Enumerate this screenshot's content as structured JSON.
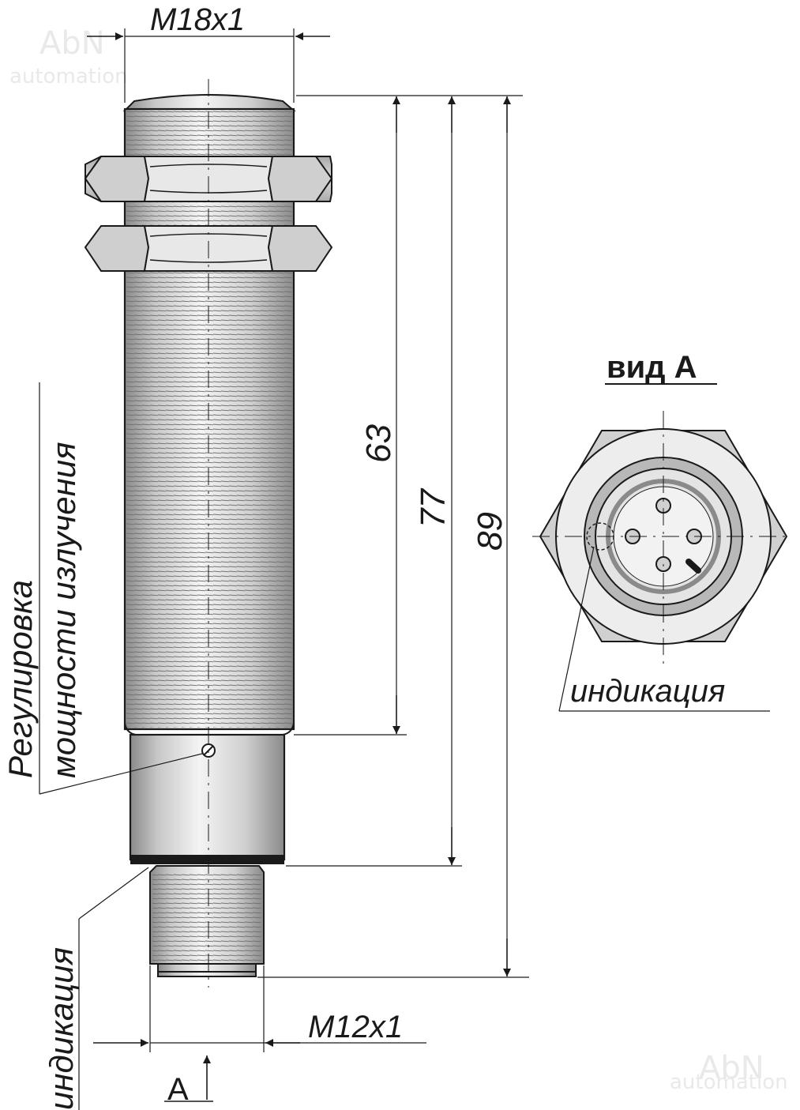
{
  "watermark": {
    "brand": "AbN",
    "sub": "automation"
  },
  "dimensions": {
    "thread_main": "M18x1",
    "thread_connector": "M12x1",
    "len_thread": "63",
    "len_body": "77",
    "len_total": "89"
  },
  "labels": {
    "adjust_line1": "Регулировка",
    "adjust_line2": "мощности излучения",
    "indication_side": "индикация",
    "indication_view": "индикация",
    "view_title": "вид А",
    "view_arrow": "А"
  },
  "colors": {
    "line": "#1a1a1a",
    "metal_light": "#f2f2f2",
    "metal_mid": "#c8c8c8",
    "metal_dark": "#8a8a8a",
    "nut": "#d0d0d0"
  }
}
